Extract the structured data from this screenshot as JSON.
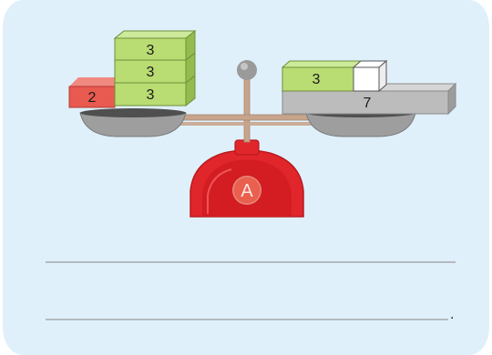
{
  "scale": {
    "badge_label": "A",
    "left_pan": {
      "blocks": [
        {
          "value": "2",
          "color": "red"
        },
        {
          "value": "3",
          "color": "green"
        },
        {
          "value": "3",
          "color": "green"
        },
        {
          "value": "3",
          "color": "green"
        }
      ]
    },
    "right_pan": {
      "blocks": [
        {
          "value": "3",
          "color": "green"
        },
        {
          "value": "",
          "color": "white"
        },
        {
          "value": "7",
          "color": "gray"
        }
      ]
    }
  },
  "answer_lines": {
    "end_mark": "."
  },
  "colors": {
    "background": "#dff0fb",
    "red_block": "#e85a50",
    "green_block": "#b9dc73",
    "white_block": "#ffffff",
    "gray_block": "#bcbcbc",
    "scale_body": "#e0262b",
    "scale_pan": "#9e9e9e",
    "beam": "#c7a58d"
  }
}
